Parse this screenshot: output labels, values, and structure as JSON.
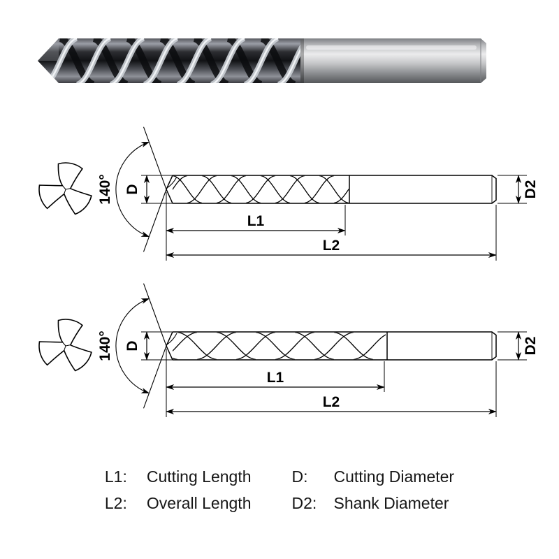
{
  "dims": {
    "angle": "140°",
    "d": "D",
    "l1": "L1",
    "l2": "L2",
    "d2": "D2"
  },
  "legend": {
    "items": [
      {
        "abbr": "L1:",
        "desc": "Cutting Length"
      },
      {
        "abbr": "L2:",
        "desc": "Overall Length"
      },
      {
        "abbr": "D:",
        "desc": "Cutting Diameter"
      },
      {
        "abbr": "D2:",
        "desc": "Shank Diameter"
      }
    ]
  },
  "colors": {
    "background": "#ffffff",
    "line": "#000000",
    "legend_text": "#161616",
    "photo_flute_dark": "#2b2c30",
    "photo_shank_gray": "#c9cbce"
  }
}
